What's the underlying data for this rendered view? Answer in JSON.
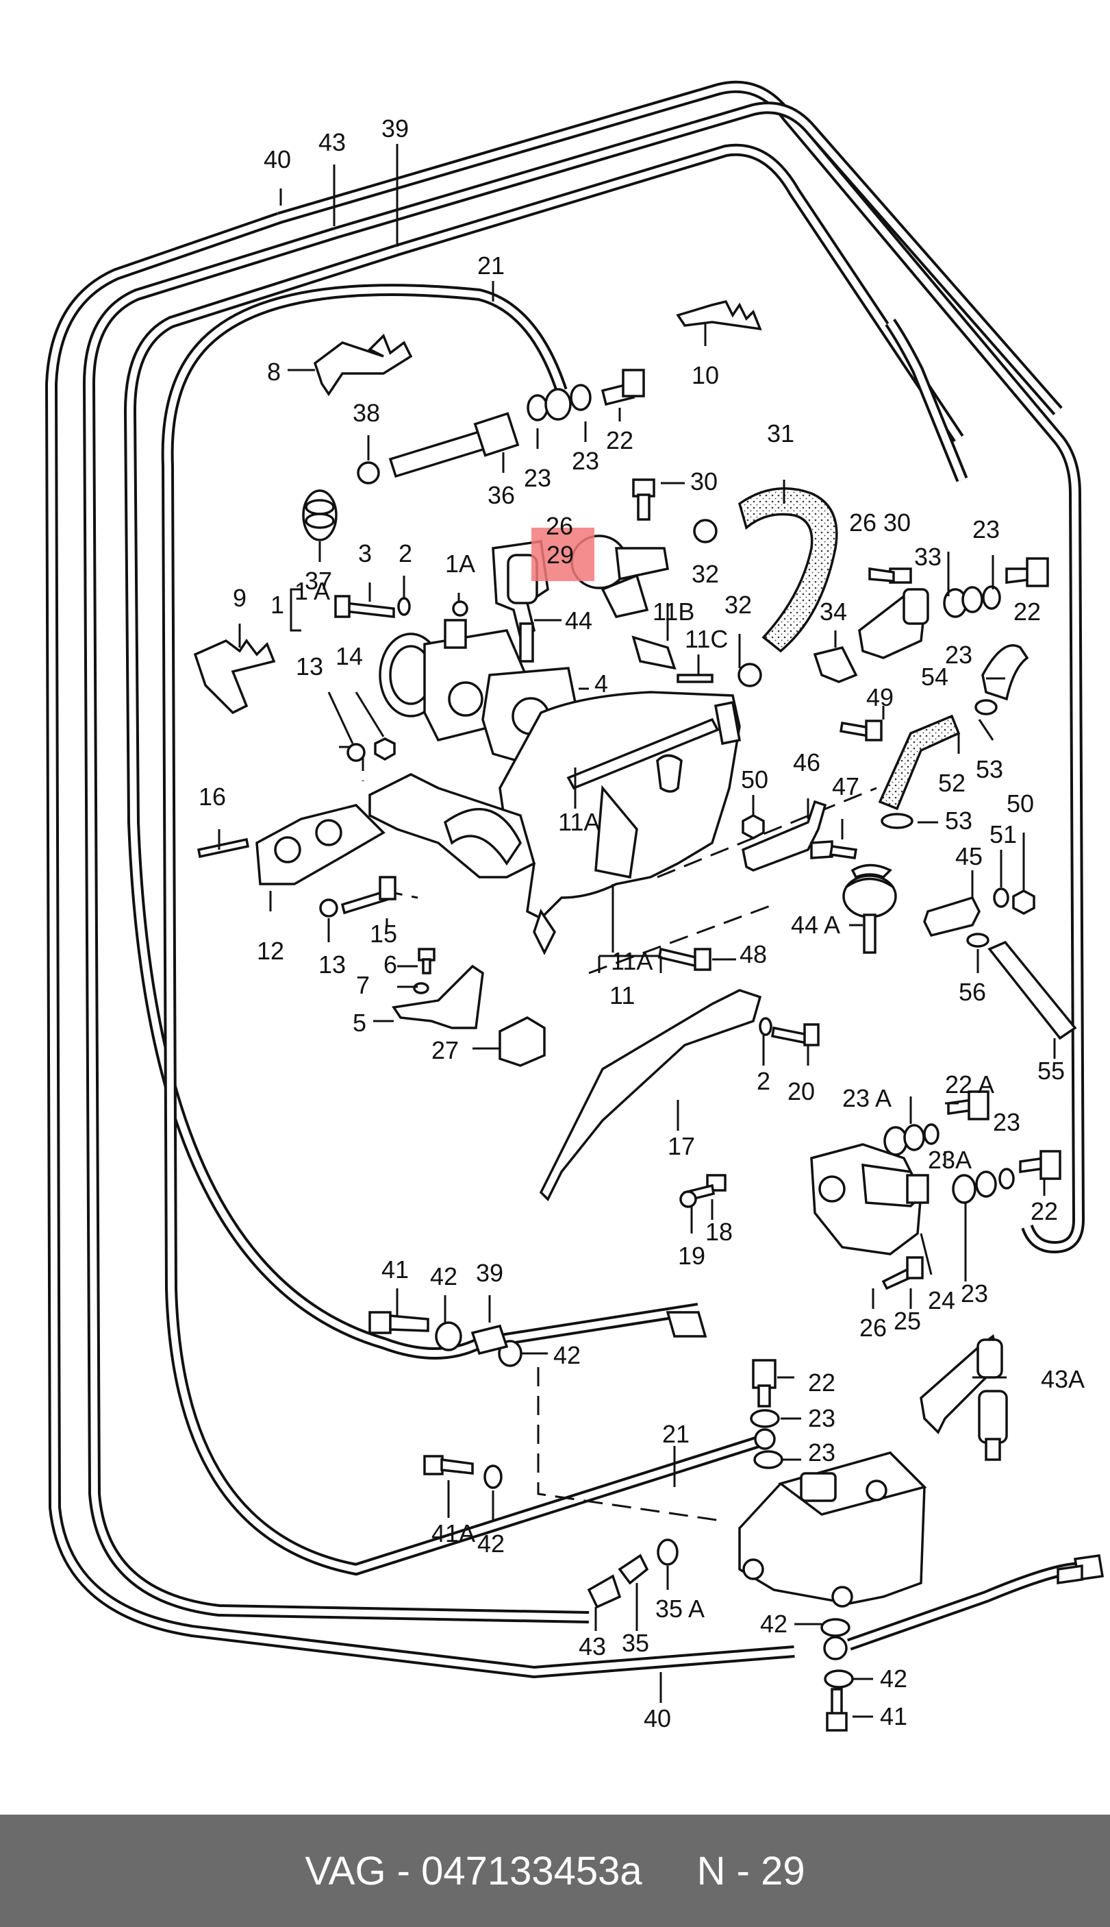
{
  "highlight_color": "#f27a7a",
  "labels": {
    "l40_top": "40",
    "l43_top": "43",
    "l39_top": "39",
    "l21_top": "21",
    "l8": "8",
    "l10": "10",
    "l38": "38",
    "l23_a": "23",
    "l23_b": "23",
    "l22_top": "22",
    "l36": "36",
    "l37": "37",
    "l30": "30",
    "l31": "31",
    "l26_a": "26",
    "l29": "29",
    "l32_a": "32",
    "l26_b": "26",
    "l30_b": "30",
    "l33": "33",
    "l23_c": "23",
    "l22_b": "22",
    "l3": "3",
    "l2_a": "2",
    "l1a_a": "1A",
    "l1a_b": "1 A",
    "l1": "1",
    "l9": "9",
    "l44": "44",
    "l11b": "11B",
    "l11c": "11C",
    "l32_b": "32",
    "l34": "34",
    "l23_d": "23",
    "l54": "54",
    "l13_a": "13",
    "l14": "14",
    "l4": "4",
    "l49": "49",
    "l53_a": "53",
    "l52": "52",
    "l16": "16",
    "l50_a": "50",
    "l46": "46",
    "l47": "47",
    "l53_b": "53",
    "l50_b": "50",
    "l11a_a": "11A",
    "l51": "51",
    "l45": "45",
    "l44a": "44 A",
    "l12": "12",
    "l15": "15",
    "l13_b": "13",
    "l6": "6",
    "l7": "7",
    "l11a_b": "11A",
    "l48": "48",
    "l56": "56",
    "l11": "11",
    "l5": "5",
    "l27": "27",
    "l2_b": "2",
    "l20": "20",
    "l55": "55",
    "l23a_a": "23 A",
    "l22a": "22 A",
    "l23_e": "23",
    "l17": "17",
    "l23a_b": "23A",
    "l22_c": "22",
    "l18": "18",
    "l19": "19",
    "l24": "24",
    "l23_f": "23",
    "l26_c": "26",
    "l25": "25",
    "l41_a": "41",
    "l42_a": "42",
    "l39_b": "39",
    "l42_b": "42",
    "l22_d": "22",
    "l43a": "43A",
    "l23_g": "23",
    "l23_h": "23",
    "l21_b": "21",
    "l41a": "41A",
    "l42_c": "42",
    "l43_b": "43",
    "l35": "35",
    "l35a": "35 A",
    "l42_d": "42",
    "l42_e": "42",
    "l40_b": "40",
    "l41_b": "41"
  },
  "footer": {
    "left": "VAG - 047133453a",
    "right": "N - 29"
  }
}
